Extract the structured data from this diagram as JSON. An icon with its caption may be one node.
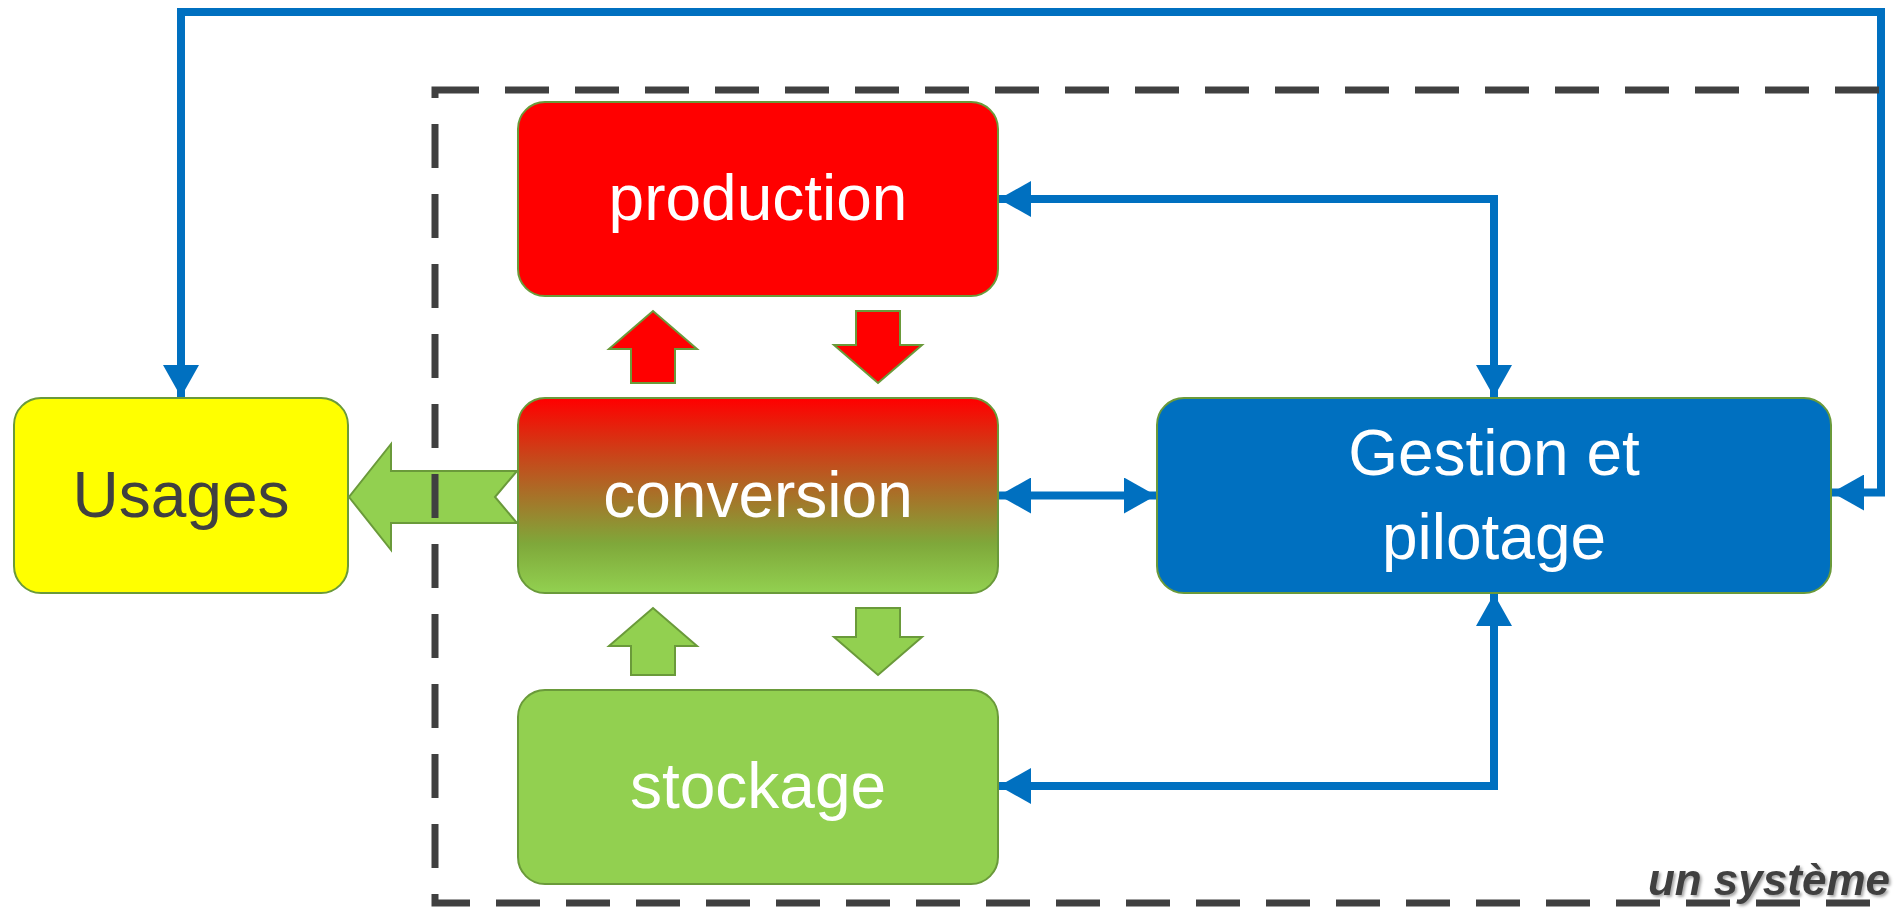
{
  "diagram": {
    "nodes": [
      {
        "text": [
          "un système"
        ]
      },
      {
        "text": [
          "production"
        ],
        "in": 0
      },
      {
        "text": [
          "conversion"
        ],
        "in": 0
      },
      {
        "text": [
          "stockage"
        ],
        "in": 0
      },
      {
        "text": [
          "Gestion et pilotage"
        ],
        "in": 0
      },
      {
        "text": [
          "Usages"
        ]
      }
    ],
    "edges": [
      {
        "from": 1,
        "to": 4,
        "arrow": "both"
      },
      {
        "from": 2,
        "to": 4,
        "arrow": "both"
      },
      {
        "from": 3,
        "to": 4,
        "arrow": "both"
      },
      {
        "from": 4,
        "to": 5,
        "arrow": "both"
      },
      {
        "from": 1,
        "to": 2,
        "arrow": "to",
        "style": "thick",
        "color": "#ff0000"
      },
      {
        "from": 2,
        "to": 1,
        "arrow": "to",
        "style": "thick",
        "color": "#ff0000"
      },
      {
        "from": 2,
        "to": 3,
        "arrow": "to",
        "style": "thick",
        "color": "#92d050"
      },
      {
        "from": 3,
        "to": 2,
        "arrow": "to",
        "style": "thick",
        "color": "#92d050"
      },
      {
        "from": 2,
        "to": 5,
        "arrow": "to",
        "style": "thick",
        "color": "#92d050"
      }
    ]
  }
}
